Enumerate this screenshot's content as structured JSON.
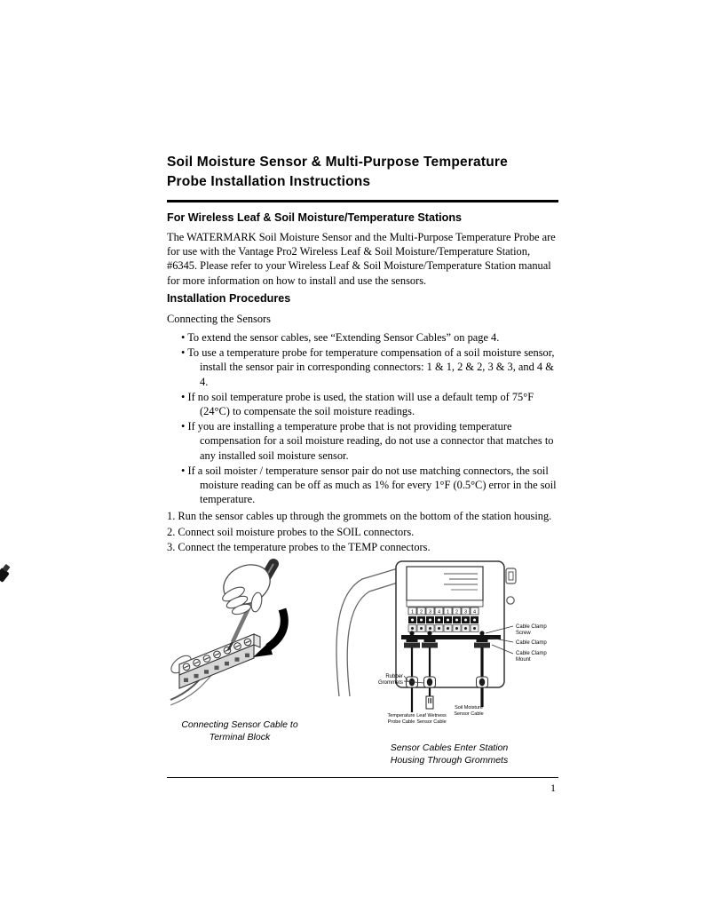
{
  "doc": {
    "title_lines": [
      "Soil Moisture Sensor & Multi-Purpose Temperature",
      "Probe Installation Instructions"
    ],
    "section1": {
      "heading": "For Wireless Leaf & Soil Moisture/Temperature Stations",
      "body": "The WATERMARK Soil Moisture Sensor and the Multi-Purpose Temperature Probe are for use with the Vantage Pro2 Wireless Leaf & Soil Moisture/Temperature Station, #6345. Please refer to your Wireless Leaf & Soil Moisture/Temperature Station manual for more information on how to install and use the sensors."
    },
    "section2": {
      "heading": "Installation Procedures",
      "intro": "Connecting the Sensors",
      "bullets": [
        "To extend the sensor cables, see “Extending Sensor Cables” on page 4.",
        "To use a temperature probe for temperature compensation of a soil moisture sensor, install the sensor pair in corresponding connectors: 1 & 1, 2 & 2, 3 & 3, and 4 & 4.",
        "If no soil temperature probe is used, the station will use a default temp of 75°F (24°C) to compensate the soil moisture readings.",
        "If you are installing a temperature probe that is not providing temperature compensation for a soil moisture reading, do not use a connector that matches to any installed soil moisture sensor.",
        "If a soil moister / temperature sensor pair do not use matching connectors, the soil moisture reading can be off as much as 1% for every 1°F (0.5°C) error in the soil temperature."
      ],
      "steps": [
        "1. Run the sensor cables up through the grommets on the bottom of the station housing.",
        "2. Connect soil moisture probes to the SOIL connectors.",
        "3. Connect the temperature probes to the TEMP connectors."
      ]
    },
    "figures": {
      "left": {
        "caption": [
          "Connecting Sensor Cable to",
          "Terminal Block"
        ]
      },
      "right": {
        "caption": [
          "Sensor Cables Enter Station",
          "Housing Through Grommets"
        ],
        "terminal_numbers": [
          "1",
          "2",
          "3",
          "4",
          "1",
          "2",
          "3",
          "4"
        ],
        "labels": {
          "cable_clamp_screw": [
            "Cable Clamp",
            "Screw"
          ],
          "cable_clamp": "Cable Clamp",
          "cable_clamp_mount": [
            "Cable Clamp",
            "Mount"
          ],
          "rubber_grommets": [
            "Rubber",
            "Grommets"
          ],
          "temperature_probe_cable": [
            "Temperature",
            "Probe Cable"
          ],
          "leaf_wetness_sensor_cable": [
            "Leaf Wetness",
            "Sensor Cable"
          ],
          "soil_moisture_sensor_cable": [
            "Soil Moisture",
            "Sensor Cable"
          ]
        }
      }
    },
    "footer": {
      "page_number": "1"
    }
  }
}
